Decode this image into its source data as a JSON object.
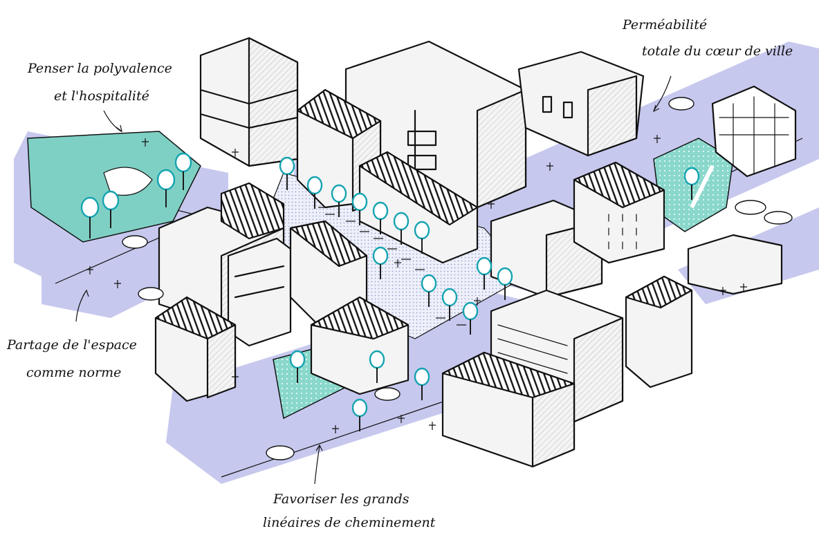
{
  "annotations": {
    "polyvalence": {
      "line1": "Penser la polyvalence",
      "line2": "et l'hospitalité"
    },
    "permeabilite": {
      "line1": "Perméabilité",
      "line2": "totale du cœur de ville"
    },
    "partage": {
      "line1": "Partage de l'espace",
      "line2": "comme norme"
    },
    "favoriser": {
      "line1": "Favoriser les grands",
      "line2": "linéaires de cheminement"
    }
  },
  "colors": {
    "road": "#c7c8ee",
    "green_space": "#7fd0c4",
    "tree_stroke": "#14a3b0",
    "ink": "#111111",
    "building_light": "#f4f4f4",
    "building_shade": "#d9d9d9",
    "plaza_dots": "#cfd3ea"
  }
}
